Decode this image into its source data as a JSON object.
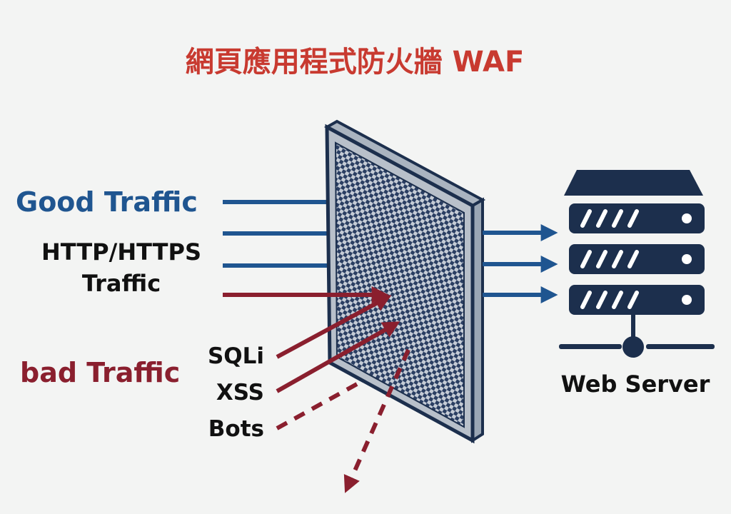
{
  "title": "網頁應用程式防火牆 WAF",
  "labels": {
    "good_traffic": "Good Traffic",
    "http_line1": "HTTP/HTTPS",
    "http_line2": "Traffic",
    "bad_traffic": "bad Traffic",
    "sqli": "SQLi",
    "xss": "XSS",
    "bots": "Bots",
    "web_server": "Web Server"
  },
  "colors": {
    "title": "#c83a30",
    "good": "#1f5590",
    "bad": "#8a1f2e",
    "navy": "#1c2f4d",
    "background": "#f3f4f3"
  }
}
